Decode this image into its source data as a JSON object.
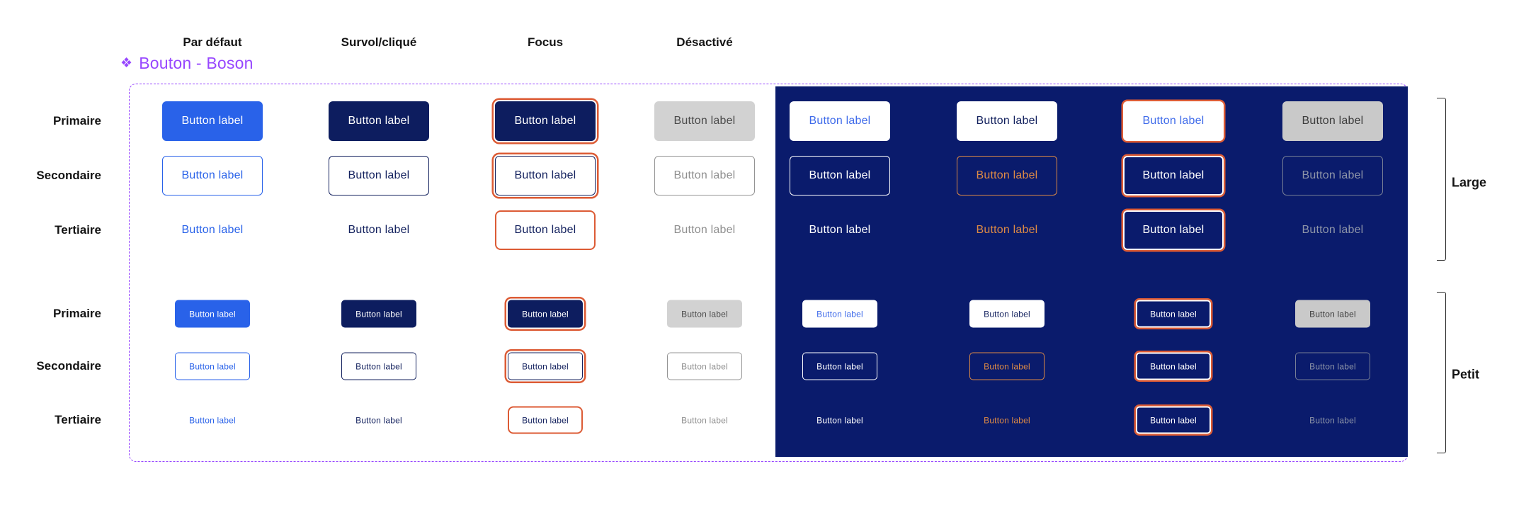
{
  "component": {
    "icon": "❖",
    "name": "Bouton - Boson"
  },
  "grid": {
    "state_columns": [
      "Par défaut",
      "Survol/cliqué",
      "Focus",
      "Désactivé"
    ],
    "variant_rows": [
      "Primaire",
      "Secondaire",
      "Tertiaire"
    ],
    "size_groups": [
      "Large",
      "Petit"
    ],
    "button_label": "Button label"
  },
  "colors": {
    "component_purple": "#9747FF",
    "primary_blue": "#2962E9",
    "hover_navy": "#0D1D5F",
    "dark_panel_navy": "#0A1B6C",
    "focus_ring_orange": "#DC5B35",
    "dark_hover_orange": "#DD8A45",
    "disabled_bg_gray": "#D2D2D2",
    "disabled_text_gray": "#8F8F8F"
  }
}
